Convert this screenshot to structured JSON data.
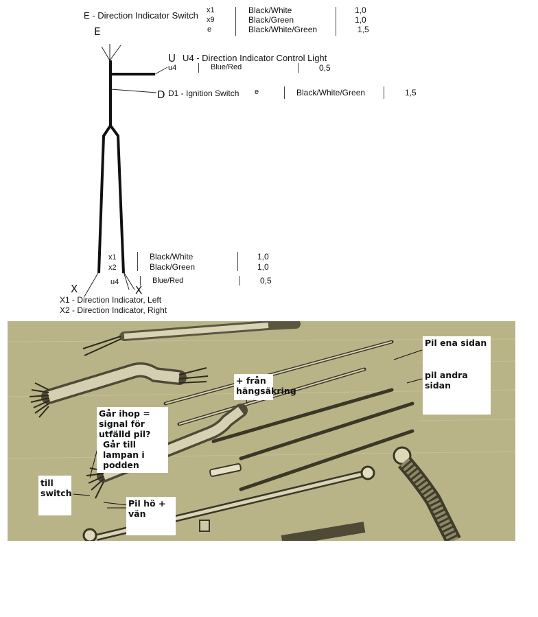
{
  "top": {
    "E_title": "E - Direction Indicator Switch",
    "E_rows": [
      {
        "term": "x1",
        "color": "Black/White",
        "size": "1,0"
      },
      {
        "term": "x9",
        "color": "Black/Green",
        "size": "1,0"
      },
      {
        "term": "e",
        "color": "Black/White/Green",
        "size": "1,5"
      }
    ],
    "E_letter": "E",
    "U_letter": "U",
    "U_title": "U4 - Direction Indicator Control Light",
    "U_row": {
      "term": "u4",
      "color": "Blue/Red",
      "size": "0,5"
    },
    "D_letter": "D",
    "D_title": "D1 - Ignition Switch",
    "D_row": {
      "term": "e",
      "color": "Black/White/Green",
      "size": "1,5"
    }
  },
  "bottom": {
    "rows": [
      {
        "term": "x1",
        "color": "Black/White",
        "size": "1,0"
      },
      {
        "term": "x2",
        "color": "Black/Green",
        "size": "1,0"
      },
      {
        "term": "u4",
        "color": "Blue/Red",
        "size": "0,5"
      }
    ],
    "X_left": "X",
    "X_right": "X",
    "legend_left": "X1 - Direction Indicator, Left",
    "legend_right": "X2 - Direction Indicator, Right"
  },
  "notes": {
    "pil_ena": "Pil ena sidan",
    "pil_andra_1": "pil andra",
    "pil_andra_2": "sidan",
    "fran_1": "+ från",
    "fran_2": "hängsäkring",
    "gar_ihop_1": "Går ihop =",
    "gar_ihop_2": "signal för",
    "gar_ihop_3": "utfälld pil?",
    "gar_till_1": "Går till lampan i",
    "gar_till_2": "podden",
    "till_1": "till",
    "till_2": "switch",
    "pil_ho_1": "Pil hö +",
    "pil_ho_2": "vän"
  }
}
